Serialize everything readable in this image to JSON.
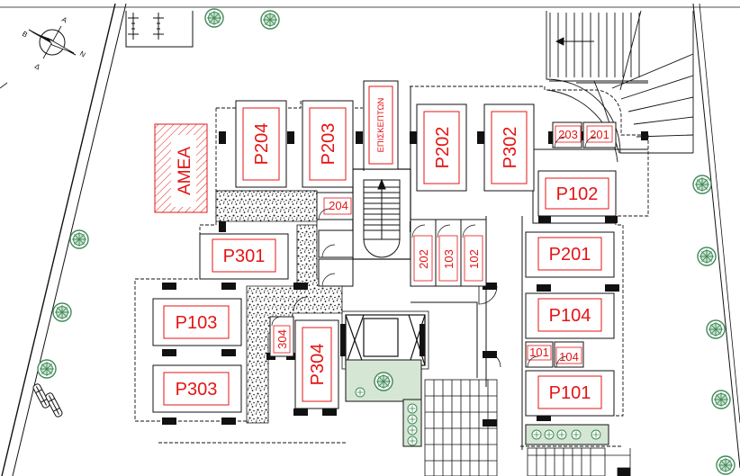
{
  "compass": {
    "labels": [
      "B",
      "A",
      "Δ",
      "N"
    ]
  },
  "spaces": {
    "accessible_label": "ΑΜΕΑ",
    "visitors_label": "ΕΠΙΣΚΕΠΤΩΝ",
    "parking": {
      "p204": "P204",
      "p203": "P203",
      "p202": "P202",
      "p302": "P302",
      "p102": "P102",
      "p301": "P301",
      "p201": "P201",
      "p103": "P103",
      "p104": "P104",
      "p303": "P303",
      "p304": "P304",
      "p101": "P101"
    },
    "storage": {
      "s203": "203",
      "s201": "201",
      "s204": "204",
      "s202": "202",
      "s103": "103",
      "s102": "102",
      "s304": "304",
      "s101": "101",
      "s104": "104"
    }
  },
  "colors": {
    "label": "#e41414",
    "hatch": "#e41414",
    "wall": "#111111",
    "planter": "#d6e6d4",
    "tree": "#3f8a57"
  }
}
